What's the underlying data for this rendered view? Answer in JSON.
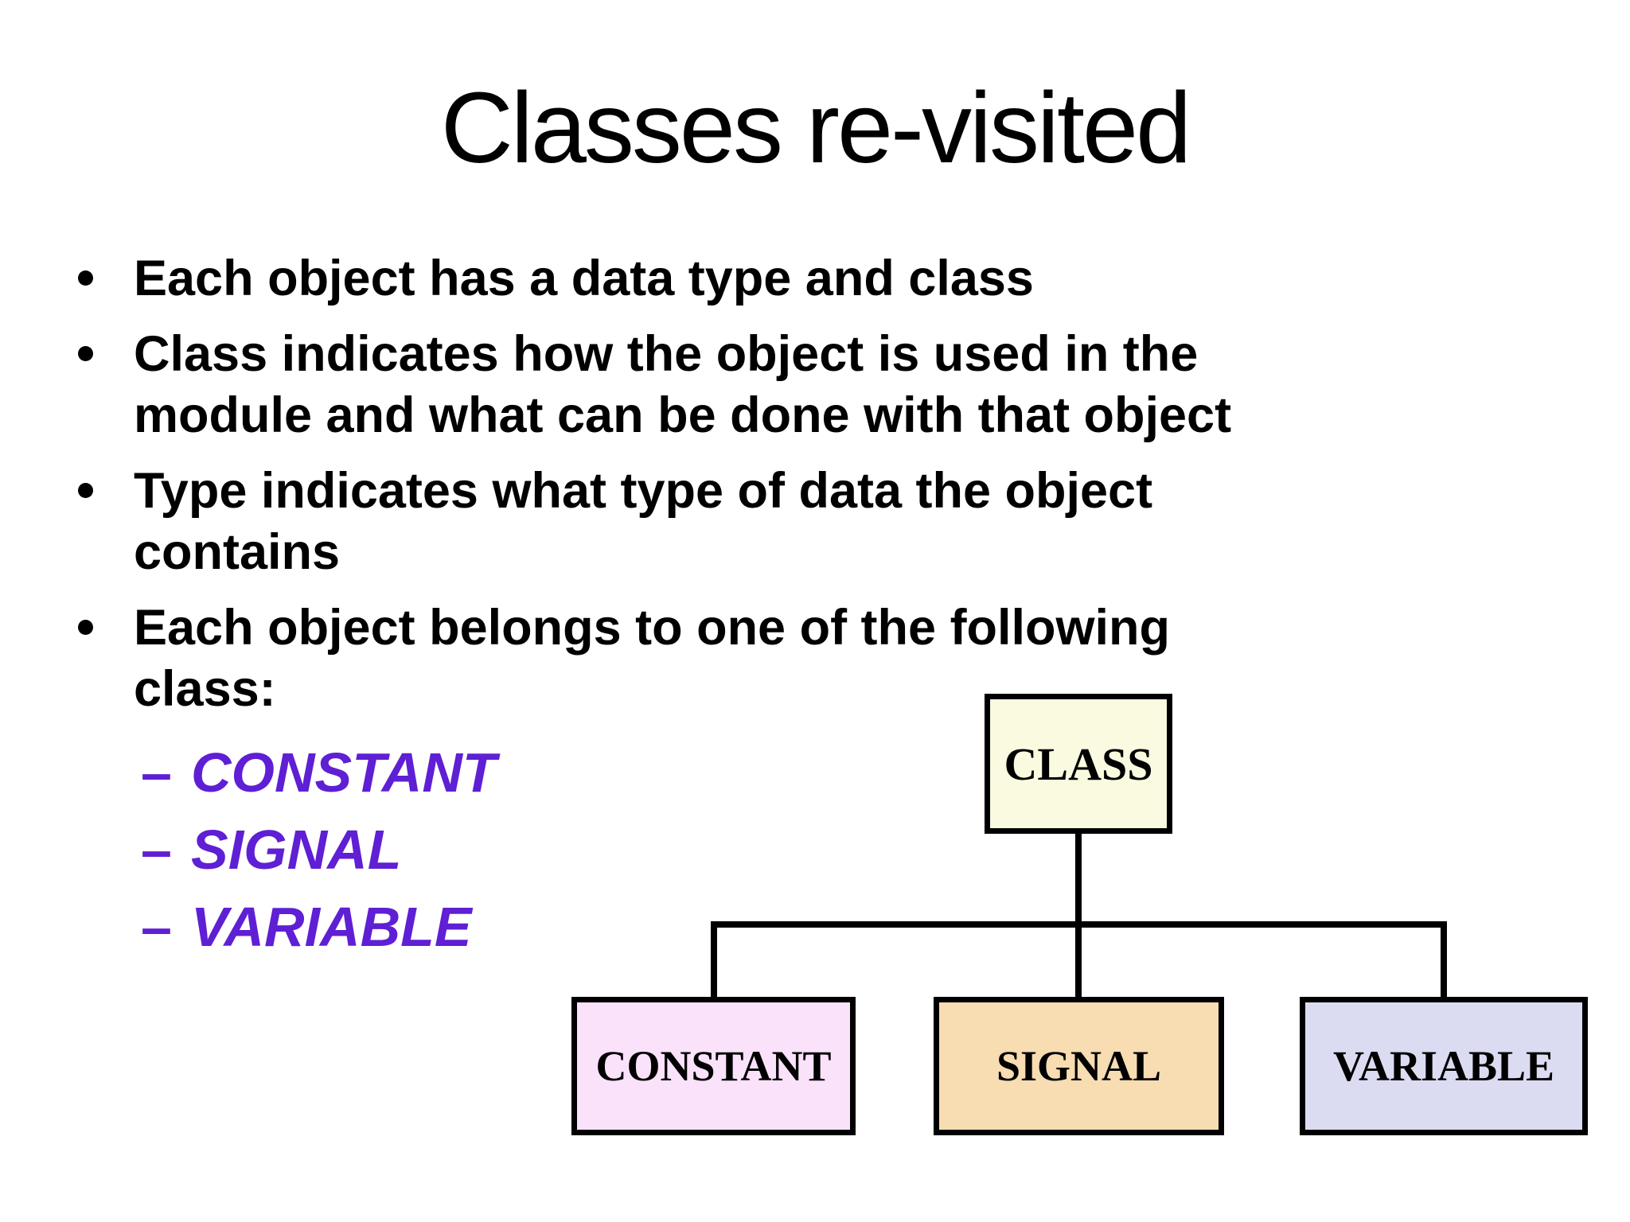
{
  "slide": {
    "title": "Classes re-visited",
    "background_color": "#ffffff",
    "text_color": "#000000"
  },
  "bullets": [
    {
      "lines": [
        "Each object has a data type and class"
      ]
    },
    {
      "lines": [
        "Class indicates how the object is used in the",
        "module and what can be done with that object"
      ]
    },
    {
      "lines": [
        "Type indicates what type of data the object",
        "contains"
      ]
    },
    {
      "lines": [
        "Each object belongs to one of the following class:"
      ]
    }
  ],
  "sublist": {
    "marker": "–",
    "color": "#5F1FD4",
    "items": [
      {
        "label": "CONSTANT"
      },
      {
        "label": "SIGNAL"
      },
      {
        "label": "VARIABLE"
      }
    ]
  },
  "diagram": {
    "line_color": "#000000",
    "root": {
      "label": "CLASS",
      "fill": "#FAFAE0"
    },
    "children": [
      {
        "label": "CONSTANT",
        "fill": "#FAE2FA"
      },
      {
        "label": "SIGNAL",
        "fill": "#F8DCB2"
      },
      {
        "label": "VARIABLE",
        "fill": "#DBDCF2"
      }
    ]
  }
}
